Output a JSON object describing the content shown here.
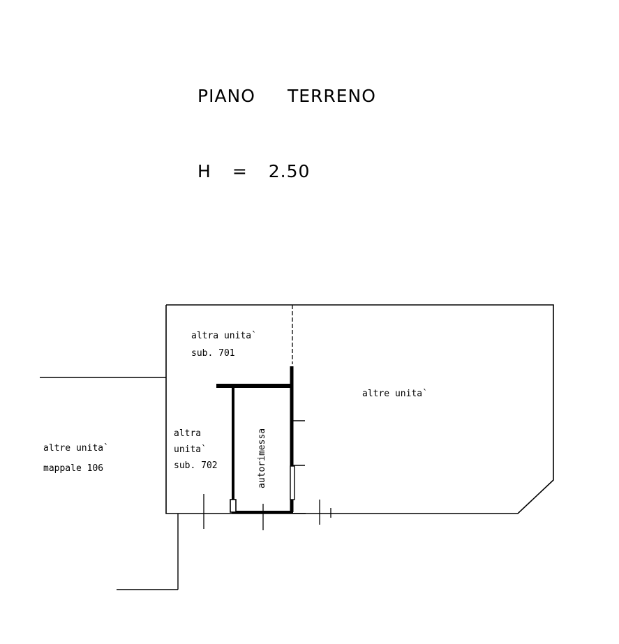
{
  "title": {
    "floor_word1": "PIANO",
    "floor_word2": "TERRENO",
    "height_label": "H",
    "height_equals": "=",
    "height_value": "2.50"
  },
  "rooms": {
    "sub701": {
      "line1": "altra  unita`",
      "line2": "sub.  701"
    },
    "sub702": {
      "line1": "altra",
      "line2": "unita`",
      "line3": "sub. 702"
    },
    "garage": {
      "label": "autorimessa"
    },
    "others_right": {
      "label": "altre  unita`"
    },
    "mappale106": {
      "line1": "altre  unita`",
      "line2": "mappale  106"
    }
  }
}
